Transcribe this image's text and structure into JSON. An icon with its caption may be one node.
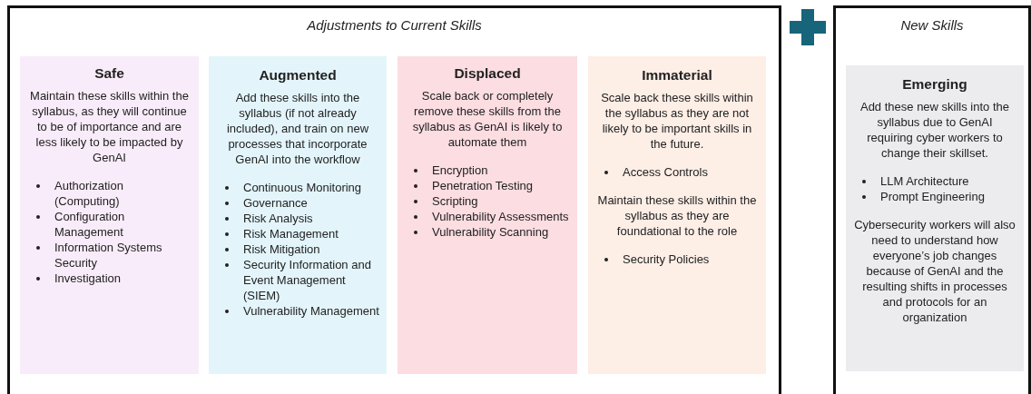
{
  "diagram": {
    "nodes": [
      {
        "text": [
          "Adjustments to Current Skills"
        ]
      },
      {
        "text": [
          "Safe",
          "Maintain these skills within the syllabus, as they will continue to be of importance and are less likely to be impacted by GenAI",
          "Authorization (Computing)",
          "Configuration Management",
          "Information Systems Security",
          "Investigation"
        ],
        "in": 0
      },
      {
        "text": [
          "Augmented",
          "Add these skills into the syllabus (if not already included), and train on new processes that incorporate GenAI into the workflow",
          "Continuous Monitoring",
          "Governance",
          "Risk Analysis",
          "Risk Management",
          "Risk Mitigation",
          "Security Information and Event Management (SIEM)",
          "Vulnerability Management"
        ],
        "in": 0
      },
      {
        "text": [
          "Displaced",
          "Scale back or completely remove these skills from the syllabus as GenAI is likely to automate them",
          "Encryption",
          "Penetration Testing",
          "Scripting",
          "Vulnerability Assessments",
          "Vulnerability Scanning"
        ],
        "in": 0
      },
      {
        "text": [
          "Immaterial",
          "Scale back these skills within the syllabus as they are not likely to be important skills in the future.",
          "Access Controls",
          "Maintain these skills within the syllabus as they are foundational to the role",
          "Security Policies"
        ],
        "in": 0
      },
      {
        "text": [
          "New Skills"
        ]
      },
      {
        "text": [
          "Emerging",
          "Add these new skills into the syllabus due to GenAI requiring cyber workers to change their skillset.",
          "LLM Architecture",
          "Prompt Engineering",
          "Cybersecurity workers will also need to understand how everyone’s job changes because of GenAI and the resulting shifts in processes and protocols for an organization"
        ],
        "in": 5
      }
    ]
  }
}
